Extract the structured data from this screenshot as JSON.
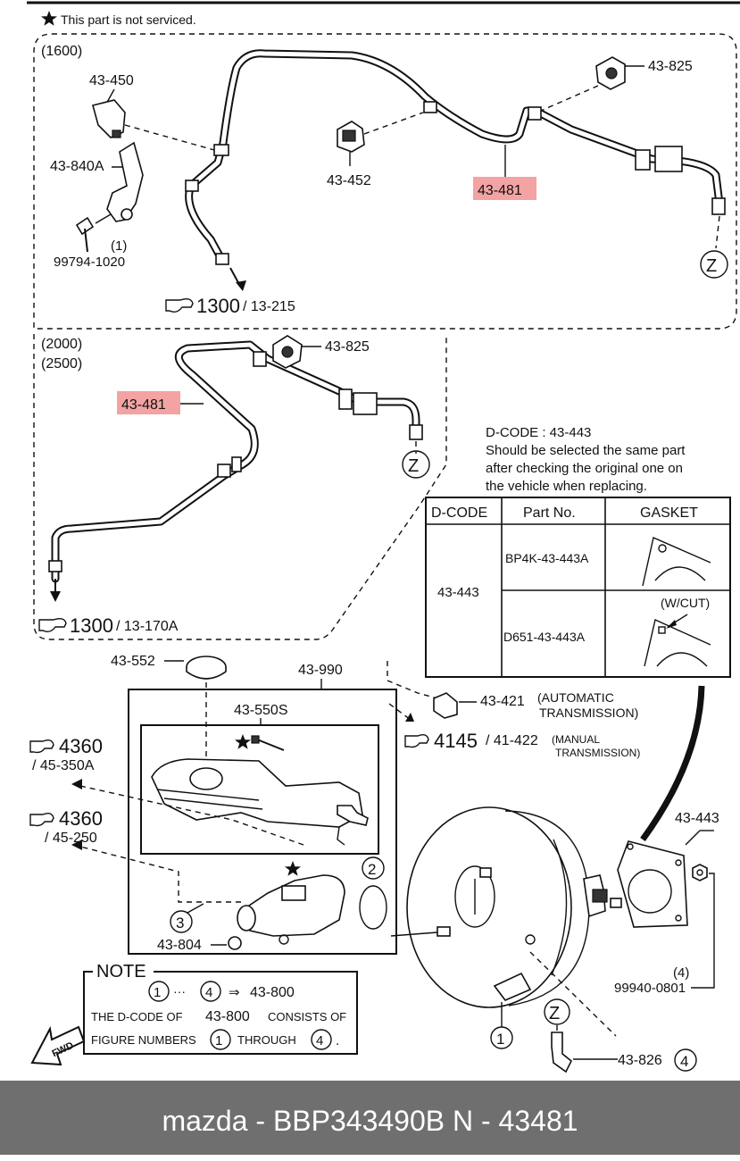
{
  "notice": "This part is not serviced.",
  "section_a": {
    "variant": "(1600)",
    "labels": {
      "p43450": "43-450",
      "p43840a": "43-840A",
      "bolt": "99794-1020",
      "one": "(1)",
      "p43452": "43-452",
      "p43825": "43-825",
      "p43481": "43-481",
      "z": "Z",
      "ref_main": "1300",
      "ref_sub": "/ 13-215"
    }
  },
  "section_b": {
    "variant_1": "(2000)",
    "variant_2": "(2500)",
    "labels": {
      "p43825": "43-825",
      "p43481": "43-481",
      "z": "Z",
      "ref_main": "1300",
      "ref_sub": "/ 13-170A"
    }
  },
  "dcode_note": {
    "line1": "D-CODE :  43-443",
    "line2": "Should be selected the same part",
    "line3": "after checking the original one on",
    "line4": "the vehicle when replacing."
  },
  "table": {
    "headers": [
      "D-CODE",
      "Part No.",
      "GASKET"
    ],
    "dcode": "43-443",
    "rows": [
      {
        "part_no": "BP4K-43-443A",
        "gasket_note": ""
      },
      {
        "part_no": "D651-43-443A",
        "gasket_note": "(W/CUT)"
      }
    ]
  },
  "section_c": {
    "labels": {
      "p43552": "43-552",
      "p43990": "43-990",
      "p43550s": "43-550S",
      "p43421": "43-421",
      "auto_1": "(AUTOMATIC",
      "auto_2": "TRANSMISSION)",
      "ref_4145": "4145",
      "ref_41422": "/ 41-422",
      "manual_1": "(MANUAL",
      "manual_2": "TRANSMISSION)",
      "ref_4360a": "4360",
      "ref_45350a": "/ 45-350A",
      "ref_4360b": "4360",
      "ref_45250": "/ 45-250",
      "n2": "2",
      "n3": "3",
      "p43804": "43-804",
      "p43443": "43-443",
      "four": "(4)",
      "nut": "99940-0801",
      "z": "Z",
      "n1": "1",
      "p43826": "43-826",
      "n4": "4",
      "fwd": "FWD"
    }
  },
  "note": {
    "title": "NOTE",
    "c1": "1",
    "dots": "···",
    "c4": "4",
    "arrow": "⇒",
    "target": "43-800",
    "l2_a": "THE D-CODE OF",
    "l2_b": "43-800",
    "l2_c": "CONSISTS OF",
    "l3_a": "FIGURE NUMBERS",
    "l3_c1": "1",
    "l3_b": "THROUGH",
    "l3_c4": "4",
    "l3_end": "."
  },
  "footer": {
    "text": "mazda - BBP343490B     N - 43481"
  },
  "colors": {
    "highlight": "#f3a3a3",
    "footer_bg": "#6f6f6f"
  }
}
